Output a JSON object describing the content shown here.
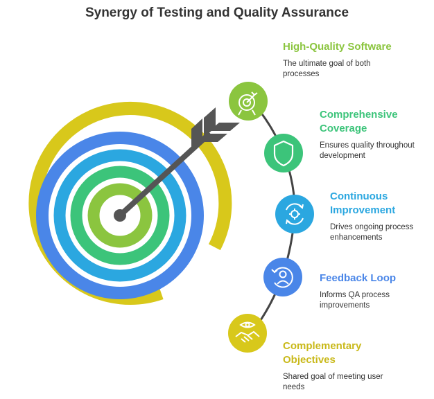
{
  "title": "Synergy of Testing and Quality Assurance",
  "colors": {
    "yellow": "#D8C81B",
    "blue": "#4A86E8",
    "cyan": "#2BA7E0",
    "green": "#3CC47A",
    "lime": "#8BC53F",
    "arrow": "#555555",
    "text": "#333333"
  },
  "items": [
    {
      "icon": "target-icon",
      "heading": "High-Quality Software",
      "heading_lines": [
        "High-Quality Software"
      ],
      "description_lines": [
        "The ultimate goal of both",
        "processes"
      ],
      "color": "#8BC53F"
    },
    {
      "icon": "shield-icon",
      "heading": "Comprehensive Coverage",
      "heading_lines": [
        "Comprehensive",
        "Coverage"
      ],
      "description_lines": [
        "Ensures quality throughout",
        "development"
      ],
      "color": "#3CC47A"
    },
    {
      "icon": "gear-cycle-icon",
      "heading": "Continuous Improvement",
      "heading_lines": [
        "Continuous",
        "Improvement"
      ],
      "description_lines": [
        "Drives ongoing process",
        "enhancements"
      ],
      "color": "#2BA7E0"
    },
    {
      "icon": "feedback-person-icon",
      "heading": "Feedback Loop",
      "heading_lines": [
        "Feedback Loop"
      ],
      "description_lines": [
        "Informs QA process",
        "improvements"
      ],
      "color": "#4A86E8"
    },
    {
      "icon": "handshake-eye-icon",
      "heading": "Complementary Objectives",
      "heading_lines": [
        "Complementary",
        "Objectives"
      ],
      "description_lines": [
        "Shared goal of meeting user",
        "needs"
      ],
      "color": "#D8C81B"
    }
  ]
}
